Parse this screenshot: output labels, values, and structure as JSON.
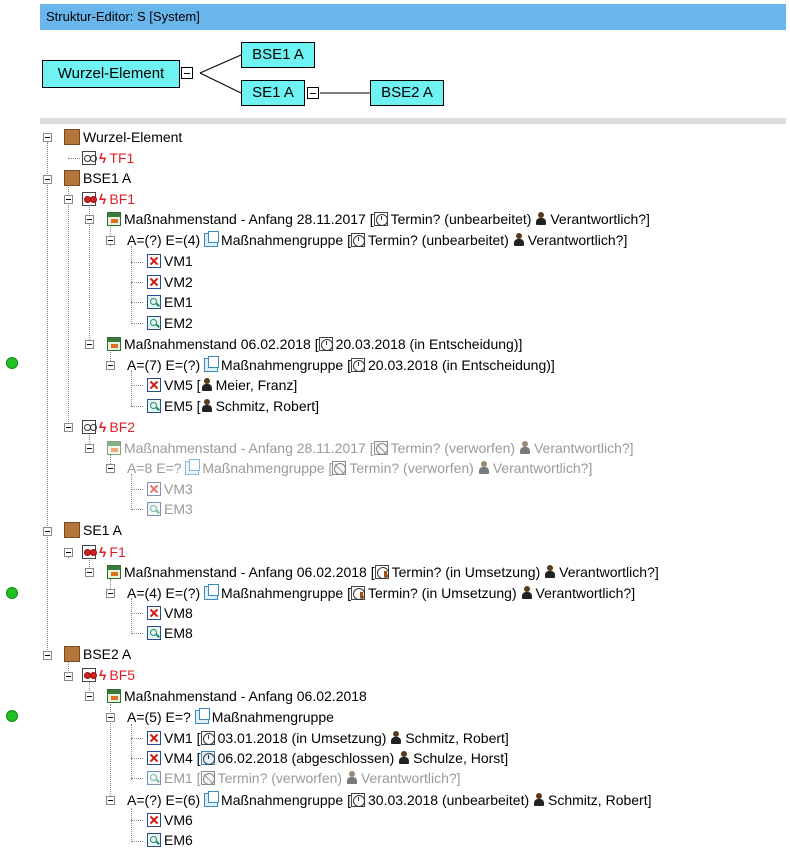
{
  "window": {
    "title": "Struktur-Editor: S [System]"
  },
  "diagram": {
    "root": "Wurzel-Element",
    "child1": "BSE1 A",
    "child2": "SE1 A",
    "grandchild": "BSE2 A"
  },
  "tree": [
    {
      "text": "Wurzel-Element"
    },
    {
      "text": "TF1"
    },
    {
      "text": "BSE1 A"
    },
    {
      "text": "BF1"
    },
    {
      "text": "Maßnahmenstand - Anfang 28.11.2017 [",
      "t1": "Termin? (unbearbeitet)",
      "t2": "Verantwortlich?]"
    },
    {
      "text": "A=(?) E=(4) ",
      "t0": "Maßnahmengruppe [",
      "t1": "Termin? (unbearbeitet)",
      "t2": "Verantwortlich?]"
    },
    {
      "text": "VM1"
    },
    {
      "text": "VM2"
    },
    {
      "text": "EM1"
    },
    {
      "text": "EM2"
    },
    {
      "text": "Maßnahmenstand 06.02.2018 [",
      "t1": "20.03.2018 (in Entscheidung)]"
    },
    {
      "text": "A=(7) E=(?) ",
      "t0": "Maßnahmengruppe [",
      "t1": "20.03.2018 (in Entscheidung)]"
    },
    {
      "text": "VM5 [",
      "t2": "Meier, Franz]"
    },
    {
      "text": "EM5 [",
      "t2": "Schmitz, Robert]"
    },
    {
      "text": "BF2"
    },
    {
      "text": "Maßnahmenstand - Anfang 28.11.2017 [",
      "t1": "Termin? (verworfen)",
      "t2": "Verantwortlich?]"
    },
    {
      "text": "A=8 E=? ",
      "t0": "Maßnahmengruppe [",
      "t1": "Termin? (verworfen)",
      "t2": "Verantwortlich?]"
    },
    {
      "text": "VM3"
    },
    {
      "text": "EM3"
    },
    {
      "text": "SE1 A"
    },
    {
      "text": "F1"
    },
    {
      "text": "Maßnahmenstand - Anfang 06.02.2018 [",
      "t1": "Termin? (in Umsetzung)",
      "t2": "Verantwortlich?]"
    },
    {
      "text": "A=(4) E=(?) ",
      "t0": "Maßnahmengruppe [",
      "t1": "Termin? (in Umsetzung)",
      "t2": "Verantwortlich?]"
    },
    {
      "text": "VM8"
    },
    {
      "text": "EM8"
    },
    {
      "text": "BSE2 A"
    },
    {
      "text": "BF5"
    },
    {
      "text": "Maßnahmenstand - Anfang 06.02.2018"
    },
    {
      "text": "A=(5) E=? ",
      "t0": "Maßnahmengruppe"
    },
    {
      "text": "VM1 [",
      "t1": "03.01.2018 (in Umsetzung)",
      "t2": "Schmitz, Robert]"
    },
    {
      "text": "VM4 [",
      "t1": "06.02.2018 (abgeschlossen)",
      "t2": "Schulze, Horst]"
    },
    {
      "text": "EM1 [",
      "t1": "Termin? (verworfen)",
      "t2": "Verantwortlich?]"
    },
    {
      "text": "A=(?) E=(6) ",
      "t0": "Maßnahmengruppe [",
      "t1": "30.03.2018 (unbearbeitet)",
      "t2": "Schmitz, Robert]"
    },
    {
      "text": "VM6"
    },
    {
      "text": "EM6"
    }
  ],
  "colors": {
    "title_bar": "#69b6ec",
    "diagram_box": "#6ff2f2",
    "fault_red": "#e0202a",
    "status_dot": "#22c022",
    "inactive_gray": "#9a9a9a"
  }
}
